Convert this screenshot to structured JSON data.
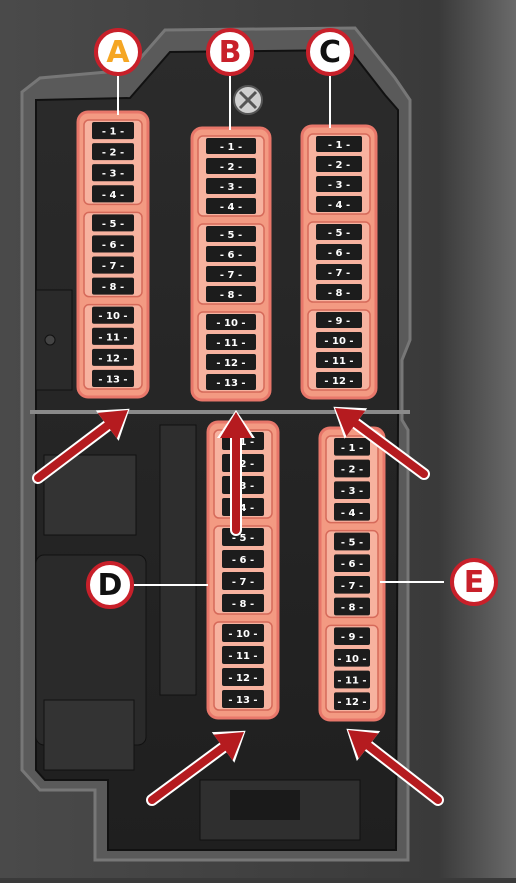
{
  "colors": {
    "highlight": "#f39a82",
    "highlight_stroke": "#e8776a",
    "arrow": "#b51b1f",
    "label_ring": "#c8202a",
    "label_a_text": "#f5a623",
    "label_text": "#c8202a",
    "label_text_dark": "#111111",
    "fuse_body": "#1c1c1c",
    "fuse_text": "#ffffff"
  },
  "panels": [
    {
      "id": "A",
      "label": "A",
      "fuses": [
        "1",
        "2",
        "3",
        "4",
        "5",
        "6",
        "7",
        "8",
        "10",
        "11",
        "12",
        "13"
      ]
    },
    {
      "id": "B",
      "label": "B",
      "fuses": [
        "1",
        "2",
        "3",
        "4",
        "5",
        "6",
        "7",
        "8",
        "10",
        "11",
        "12",
        "13"
      ]
    },
    {
      "id": "C",
      "label": "C",
      "fuses": [
        "1",
        "2",
        "3",
        "4",
        "5",
        "6",
        "7",
        "8",
        "9",
        "10",
        "11",
        "12"
      ]
    },
    {
      "id": "D",
      "label": "D",
      "fuses": [
        "1",
        "2",
        "3",
        "4",
        "5",
        "6",
        "7",
        "8",
        "10",
        "11",
        "12",
        "13"
      ]
    },
    {
      "id": "E",
      "label": "E",
      "fuses": [
        "1",
        "2",
        "3",
        "4",
        "5",
        "6",
        "7",
        "8",
        "9",
        "10",
        "11",
        "12"
      ]
    }
  ],
  "icons": [
    "arrow-icon",
    "screw-icon",
    "circle-label-icon"
  ]
}
